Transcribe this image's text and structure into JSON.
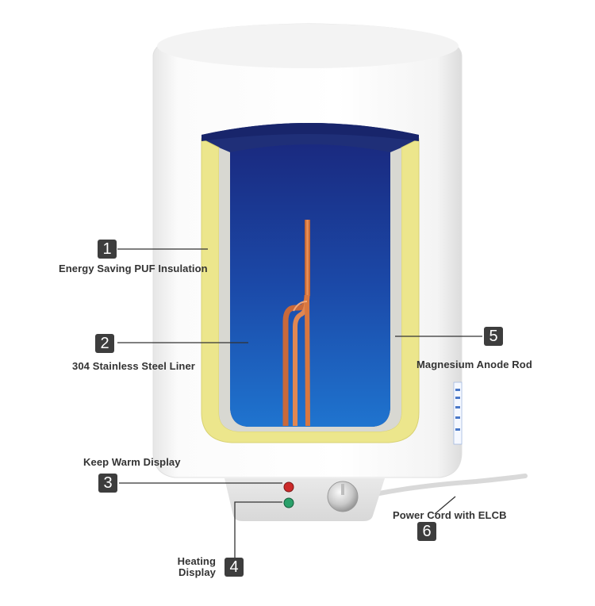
{
  "callouts": [
    {
      "number": "1",
      "label": "Energy Saving PUF Insulation"
    },
    {
      "number": "2",
      "label": "304 Stainless Steel Liner"
    },
    {
      "number": "3",
      "label": "Keep Warm Display"
    },
    {
      "number": "4",
      "label_line1": "Heating",
      "label_line2": "Display"
    },
    {
      "number": "5",
      "label": "Magnesium Anode Rod"
    },
    {
      "number": "6",
      "label": "Power Cord with ELCB"
    }
  ],
  "colors": {
    "badge": "#3d3d3d",
    "label_text": "#333333",
    "tank_water_top": "#1a2e86",
    "tank_water_bottom": "#1e6fc9",
    "insulation": "#ebe58a",
    "heater_shell": "#f7f7f7",
    "copper_element": "#d9773f",
    "indicator_red": "#cc2a2a",
    "indicator_green": "#2aa06a"
  }
}
